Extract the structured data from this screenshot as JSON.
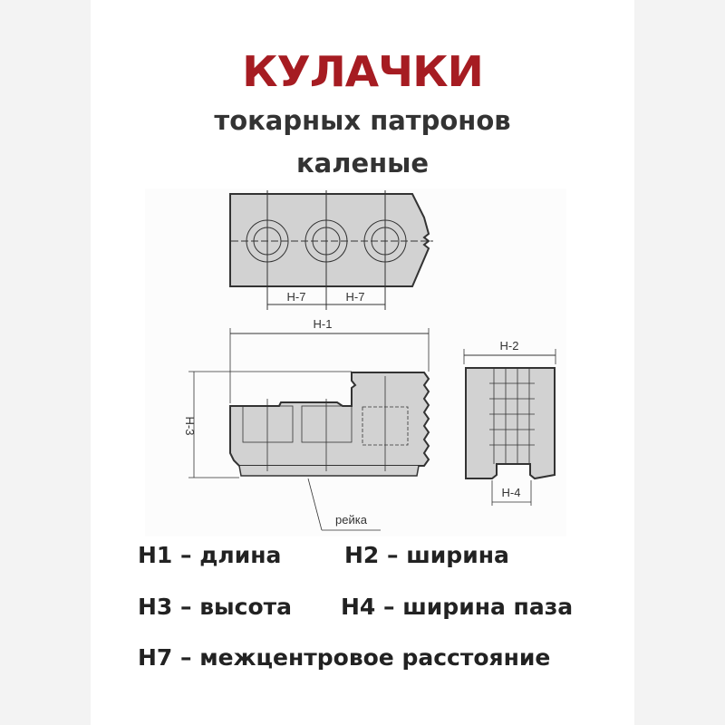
{
  "title": "КУЛАЧКИ",
  "subtitle_line1": "токарных патронов",
  "subtitle_line2": "каленые",
  "diagram": {
    "labels": {
      "h7a": "H-7",
      "h7b": "H-7",
      "h1": "H-1",
      "h2": "H-2",
      "h3": "H-3",
      "h4": "H-4",
      "rack": "рейка"
    }
  },
  "legend": [
    {
      "text": "H1 – длина"
    },
    {
      "text": "H2 – ширина"
    },
    {
      "text": "H3 – высота"
    },
    {
      "text": "H4 – ширина паза"
    },
    {
      "text": "H7 – межцентровое расстояние"
    }
  ],
  "colors": {
    "title": "#a61c22",
    "part_fill": "#d2d2d2"
  }
}
